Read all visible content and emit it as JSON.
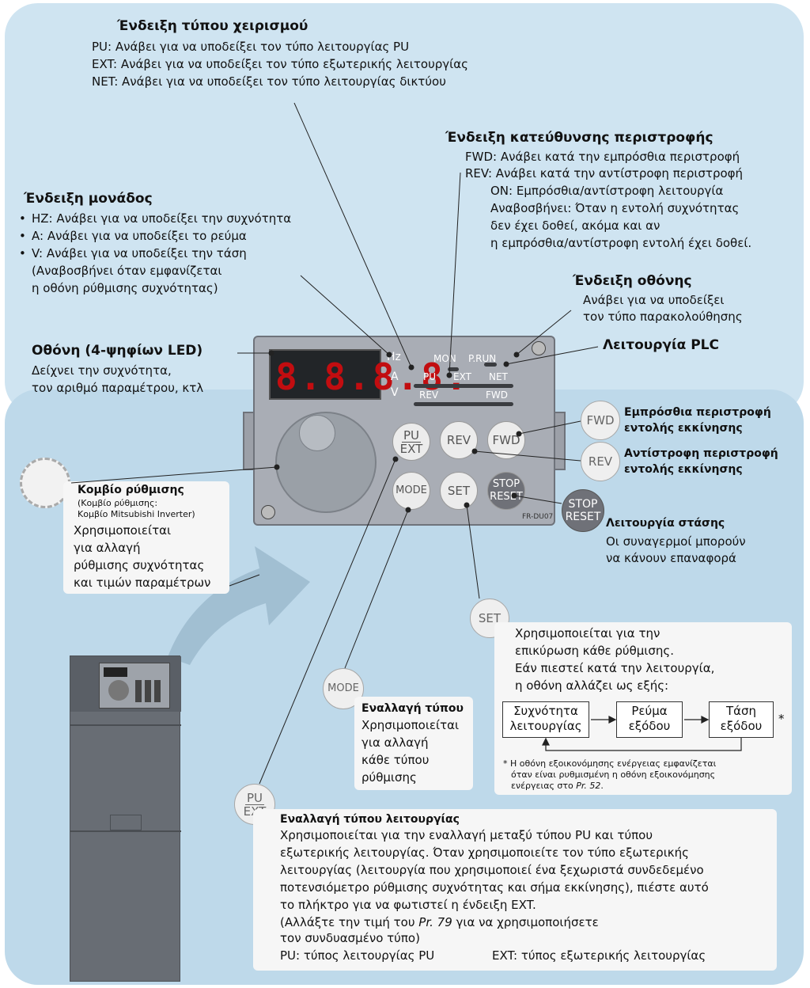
{
  "operation_mode": {
    "title": "Ένδειξη τύπου χειρισμού",
    "lines": [
      "PU: Ανάβει για να υποδείξει τον τύπο λειτουργίας PU",
      "EXT: Ανάβει για να υποδείξει τον τύπο εξωτερικής λειτουργίας",
      "NET: Ανάβει για να υποδείξει τον τύπο λειτουργίας δικτύου"
    ]
  },
  "rotation": {
    "title": "Ένδειξη κατεύθυνσης περιστροφής",
    "lines": [
      "FWD: Ανάβει κατά την εμπρόσθια περιστροφή",
      "REV: Ανάβει κατά την αντίστροφη περιστροφή",
      "ON: Εμπρόσθια/αντίστροφη λειτουργία",
      "Αναβοσβήνει: Όταν η εντολή συχνότητας",
      "δεν έχει δοθεί, ακόμα και αν",
      "η εμπρόσθια/αντίστροφη εντολή έχει δοθεί."
    ]
  },
  "unit": {
    "title": "Ένδειξη μονάδος",
    "items": [
      "HZ: Ανάβει για να υποδείξει την συχνότητα",
      "A: Ανάβει για να υποδείξει το ρεύμα",
      "V: Ανάβει για να υποδείξει την τάση"
    ],
    "note1": "(Αναβοσβήνει όταν εμφανίζεται",
    "note2": "η οθόνη ρύθμισης συχνότητας)"
  },
  "monitor": {
    "title": "Ένδειξη οθόνης",
    "line1": "Ανάβει για να υποδείξει",
    "line2": "τον τύπο παρακολούθησης"
  },
  "plc": {
    "title": "Λειτουργία PLC"
  },
  "led_display": {
    "title": "Οθόνη (4-ψηφίων LED)",
    "line1": "Δείχνει την συχνότητα,",
    "line2": "τον αριθμό παραμέτρου, κτλ",
    "digits": "8.8.8.8."
  },
  "panel": {
    "hz": "Hz",
    "a": "A",
    "v": "V",
    "mon": "MON",
    "prun": "P.RUN",
    "pu": "PU",
    "ext": "EXT",
    "net": "NET",
    "rev": "REV",
    "fwd": "FWD",
    "model": "FR-DU07",
    "btn_pu_top": "PU",
    "btn_pu_bottom": "EXT",
    "btn_rev": "REV",
    "btn_fwd": "FWD",
    "btn_mode": "MODE",
    "btn_set": "SET",
    "btn_stop": "STOP",
    "btn_reset": "RESET"
  },
  "fwd_cmd": {
    "icon": "FWD",
    "line1": "Εμπρόσθια περιστροφή",
    "line2": "εντολής εκκίνησης"
  },
  "rev_cmd": {
    "icon": "REV",
    "line1": "Αντίστροφη περιστροφή",
    "line2": "εντολής εκκίνησης"
  },
  "stop": {
    "icon_top": "STOP",
    "icon_bottom": "RESET",
    "title": "Λειτουργία στάσης",
    "line1": "Οι συναγερμοί μπορούν",
    "line2": "να κάνουν επαναφορά"
  },
  "dial": {
    "title": "Κομβίο ρύθμισης",
    "sub1": "(Κομβίο ρύθμισης:",
    "sub2": "Κομβίο Mitsubishi Inverter)",
    "lines": [
      "Χρησιμοποιείται",
      "για αλλαγή",
      "ρύθμισης συχνότητας",
      "και τιμών παραμέτρων"
    ]
  },
  "set": {
    "icon": "SET",
    "lines": [
      "Χρησιμοποιείται για την",
      "επικύρωση κάθε ρύθμισης.",
      "Εάν πιεστεί κατά την λειτουργία,",
      "η οθόνη αλλάζει ως εξής:"
    ],
    "flow": [
      [
        "Συχνότητα",
        "λειτουργίας"
      ],
      [
        "Ρεύμα",
        "εξόδου"
      ],
      [
        "Τάση",
        "εξόδου"
      ]
    ],
    "asterisk": "*",
    "note1": "* Η οθόνη εξοικονόμησης ενέργειας εμφανίζεται",
    "note2": "όταν είναι ρυθμισμένη η οθόνη εξοικονόμησης",
    "note3_pre": "ενέργειας στο ",
    "note3_pr": "Pr. 52",
    "note3_post": "."
  },
  "mode": {
    "icon": "MODE",
    "title": "Εναλλαγή τύπου",
    "lines": [
      "Χρησιμοποιείται",
      "για αλλαγή",
      "κάθε τύπου",
      "ρύθμισης"
    ]
  },
  "pu_ext": {
    "icon_top": "PU",
    "icon_bottom": "EXT",
    "title": "Εναλλαγή τύπου λειτουργίας",
    "lines": [
      "Χρησιμοποιείται για την εναλλαγή μεταξύ τύπου PU και τύπου",
      "εξωτερικής λειτουργίας. Όταν χρησιμοποιείτε τον τύπο εξωτερικής",
      "λειτουργίας (λειτουργία που χρησιμοποιεί ένα ξεχωριστά συνδεδεμένο",
      "ποτενσιόμετρο ρύθμισης συχνότητας και σήμα εκκίνησης), πιέστε αυτό",
      "το πλήκτρο για να φωτιστεί η ένδειξη EXT."
    ],
    "line6_pre": "(Αλλάξτε την τιμή του ",
    "line6_pr": "Pr. 79",
    "line6_post": " για να χρησιμοποιήσετε",
    "line7": "τον συνδυασμένο τύπο)",
    "pu_label": "PU: τύπος λειτουργίας PU",
    "ext_label": "EXT: τύπος εξωτερικής λειτουργίας"
  },
  "colors": {
    "bg_top": "#cfe4f1",
    "bg_bottom": "#bed9ea",
    "panel": "#a9adb5",
    "lcd_digits": "#c20d10"
  }
}
